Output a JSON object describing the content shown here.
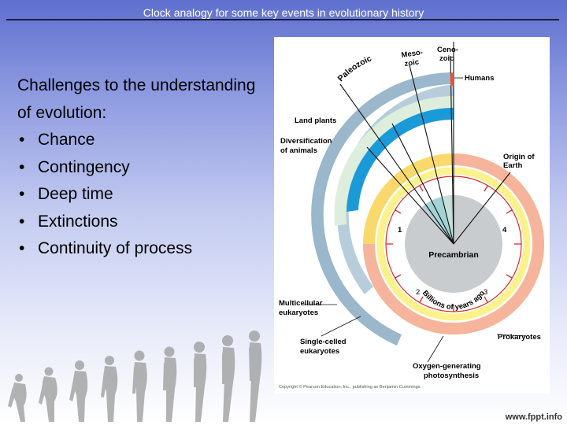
{
  "slide": {
    "title": "Clock analogy for some key events in evolutionary history",
    "heading": "Challenges to the understanding of evolution:",
    "bullets": [
      "Chance",
      "Contingency",
      "Deep time",
      "Extinctions",
      "Continuity of process"
    ],
    "footer_url": "www.fppt.info"
  },
  "figure": {
    "eras": {
      "cenozoic": [
        "Ceno-",
        "zoic"
      ],
      "mesozoic": [
        "Meso-",
        "zoic"
      ],
      "paleozoic": "Paleozoic",
      "precambrian": "Precambrian"
    },
    "events": {
      "humans": "Humans",
      "land_plants": "Land plants",
      "diversification": [
        "Diversification",
        "of animals"
      ],
      "origin_of_earth": [
        "Origin of",
        "Earth"
      ],
      "multicellular": [
        "Multicellular",
        "eukaryotes"
      ],
      "single_celled": [
        "Single-celled",
        "eukaryotes"
      ],
      "prokaryotes": "Prokaryotes",
      "oxygen": [
        "Oxygen-generating",
        "photosynthesis"
      ]
    },
    "scale_label": "Billions of years ago",
    "ticks": [
      "1",
      "2",
      "3",
      "4"
    ],
    "copyright": "Copyright © Pearson Education, Inc., publishing as Benjamin Cummings."
  },
  "colors": {
    "precambrian_disc": "#c8cccf",
    "paleozoic_wedge": "#a3d3d6",
    "mesozoic_wedge": "#c4e2d7",
    "land_plants_band": "#ddeedd",
    "animals_band": "#1b9ad8",
    "multicellular_band": "#b7cddc",
    "single_celled_band": "#9ab7cc",
    "prokaryote_orange": "#f6b49c",
    "oxygen_yellow": "#fad96c",
    "prokaryote_yellow": "#fdf18b",
    "tick_red": "#d62c2a",
    "human_marker": "#e8532e"
  }
}
